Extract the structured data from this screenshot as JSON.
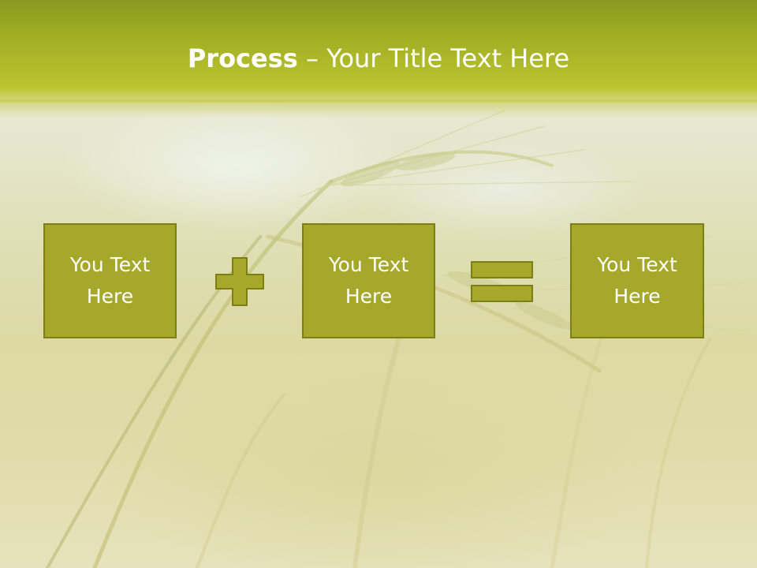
{
  "slide": {
    "title_bold": "Process",
    "title_rest": " – Your Title Text Here",
    "boxes": [
      {
        "text": "You Text Here"
      },
      {
        "text": "You Text Here"
      },
      {
        "text": "You Text Here"
      }
    ],
    "operators": {
      "first": "plus-icon",
      "second": "equals-icon"
    },
    "colors": {
      "header": "#a3b024",
      "box_fill": "#a5a82a",
      "box_border": "#7c7f12",
      "text": "#ffffff"
    }
  }
}
